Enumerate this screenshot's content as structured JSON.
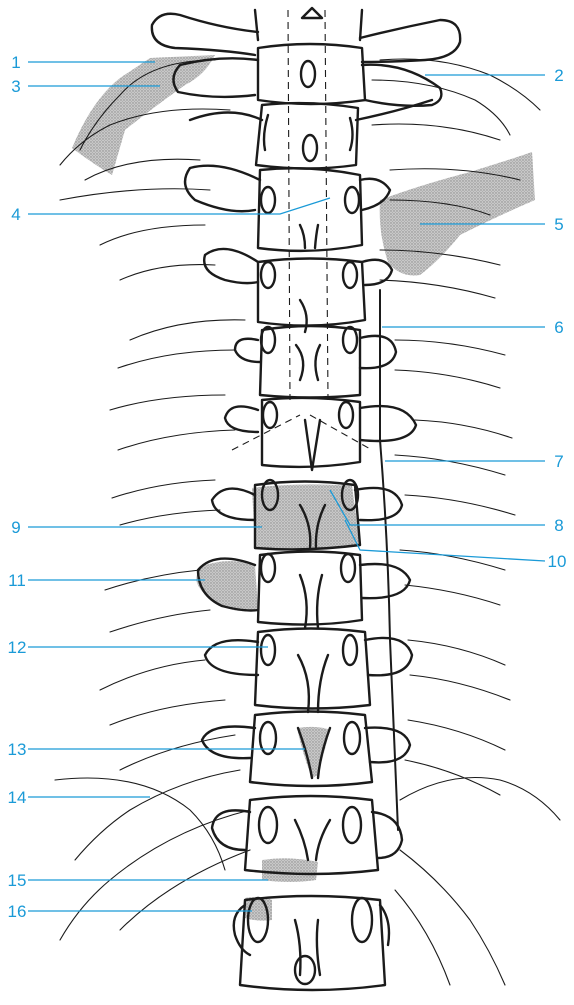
{
  "labels": [
    {
      "id": "1",
      "text": "1"
    },
    {
      "id": "2",
      "text": "2"
    },
    {
      "id": "3",
      "text": "3"
    },
    {
      "id": "4",
      "text": "4"
    },
    {
      "id": "5",
      "text": "5"
    },
    {
      "id": "6",
      "text": "6"
    },
    {
      "id": "7",
      "text": "7"
    },
    {
      "id": "8",
      "text": "8"
    },
    {
      "id": "9",
      "text": "9"
    },
    {
      "id": "10",
      "text": "10"
    },
    {
      "id": "11",
      "text": "11"
    },
    {
      "id": "12",
      "text": "12"
    },
    {
      "id": "13",
      "text": "13"
    },
    {
      "id": "14",
      "text": "14"
    },
    {
      "id": "15",
      "text": "15"
    },
    {
      "id": "16",
      "text": "16"
    }
  ],
  "colors": {
    "label": "#1a9ad7",
    "ink": "#1b1b1b",
    "shading": "#9a9a9a"
  }
}
